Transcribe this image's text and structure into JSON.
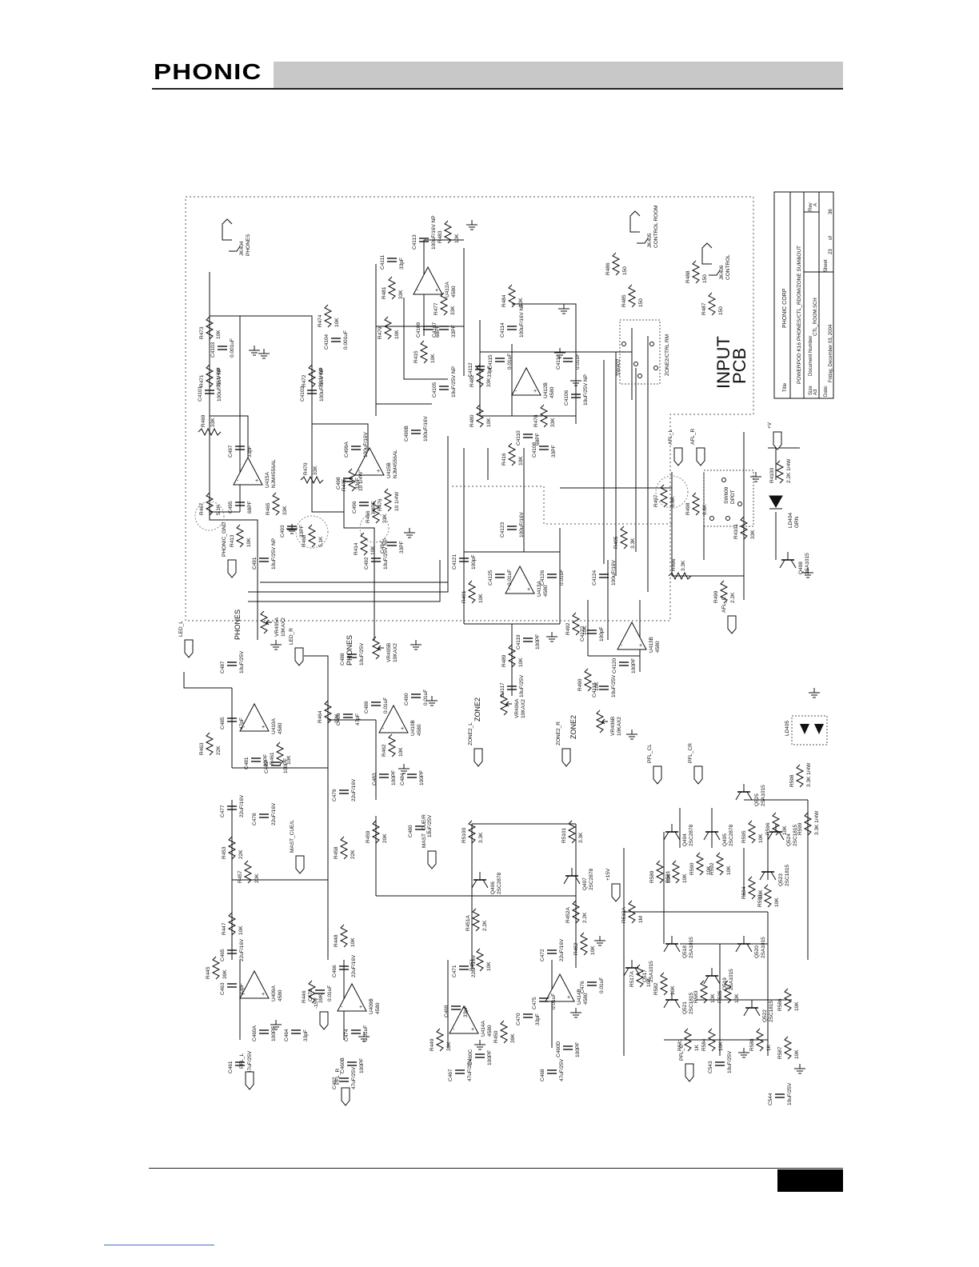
{
  "header": {
    "logo_text": "PHONIC"
  },
  "schematic": {
    "block_labels": [
      "INPUT",
      "PCB"
    ],
    "title_block": {
      "company": "PHONIC CORP",
      "title_label": "Title",
      "title": "POWERPOD K16 PHONES/CTL_RDOM/ZONE SUM&OUT",
      "size_label": "Size",
      "size": "A3",
      "docnum_label": "Document Number",
      "docnum": "CTL_ROOM.SCH",
      "rev_label": "Rev",
      "rev": "A",
      "date_label": "Date:",
      "date": "Friday, December 03, 2004",
      "sheet_label": "Sheet",
      "sheet": "23",
      "of_label": "of",
      "sheets": "36"
    },
    "jacks": [
      {
        "ref": "JK404",
        "name": "PHONES"
      },
      {
        "ref": "JK405",
        "name": "CONTROL ROOM"
      },
      {
        "ref": "JK406",
        "name": "CONTROL"
      }
    ],
    "opamps": [
      {
        "ref": "U415A",
        "part": "NJM4556AL"
      },
      {
        "ref": "U415B",
        "part": "NJM4556AL"
      },
      {
        "ref": "U412A",
        "part": "4580"
      },
      {
        "ref": "U412B",
        "part": "4580"
      },
      {
        "ref": "U413A",
        "part": "4580"
      },
      {
        "ref": "U413B",
        "part": "4580"
      },
      {
        "ref": "U410A",
        "part": "4580"
      },
      {
        "ref": "U410B",
        "part": "4580"
      },
      {
        "ref": "U409A",
        "part": "4580"
      },
      {
        "ref": "U409B",
        "part": "4580"
      },
      {
        "ref": "U414A",
        "part": "4580"
      },
      {
        "ref": "U414B",
        "part": "4580"
      }
    ],
    "switches": [
      {
        "ref": "SW402",
        "name": "ZONE2/CTRL RM"
      },
      {
        "ref": "SW609",
        "name": "DPDT"
      }
    ],
    "pots": [
      {
        "ref": "VR405A",
        "value": "10KAX2",
        "label": "PHONES"
      },
      {
        "ref": "VR405B",
        "value": "10KAX2",
        "label": "PHONES"
      },
      {
        "ref": "VR406A",
        "value": "10KAX2",
        "label": "ZONE2"
      },
      {
        "ref": "VR406B",
        "value": "10KAX2",
        "label": "ZONE2"
      }
    ],
    "transistors": [
      {
        "ref": "Q405",
        "part": "2SC2878"
      },
      {
        "ref": "Q406",
        "part": "2SC2878"
      },
      {
        "ref": "Q407",
        "part": "2SC2878"
      },
      {
        "ref": "Q404",
        "part": "2SC2878"
      },
      {
        "ref": "Q408",
        "part": "2SA1015"
      },
      {
        "ref": "Q517",
        "part": "2SA1015"
      },
      {
        "ref": "Q518",
        "part": "2SA1015"
      },
      {
        "ref": "Q519",
        "part": "2SA1015"
      },
      {
        "ref": "Q520",
        "part": "2SA1015"
      },
      {
        "ref": "Q521",
        "part": "2SC1815"
      },
      {
        "ref": "Q522",
        "part": "2SC1815"
      },
      {
        "ref": "Q523",
        "part": "2SC1815"
      },
      {
        "ref": "Q524",
        "part": "2SC1815"
      },
      {
        "ref": "Q525",
        "part": "2SA1015"
      }
    ],
    "leds": [
      {
        "ref": "LD404",
        "color": "GRN"
      },
      {
        "ref": "LD405",
        "color": ""
      }
    ],
    "net_labels": [
      "PHONIC_GND",
      "LED_L",
      "LED_R",
      "AFL_L",
      "AFL_R",
      "AFL_C",
      "PFL_L",
      "PFL_R",
      "PFL_CL",
      "PFL_CR",
      "PFL_C",
      "ZONE2_L",
      "ZONE2_R",
      "MAST_CUE/L",
      "MAST_CUE/R",
      "+V",
      "+15V",
      "-15V"
    ],
    "resistors": [
      {
        "ref": "R471",
        "value": "39 1/4W"
      },
      {
        "ref": "R472",
        "value": "39 1/4W"
      },
      {
        "ref": "R473",
        "value": "10K"
      },
      {
        "ref": "R474",
        "value": "10K"
      },
      {
        "ref": "R469",
        "value": "33K"
      },
      {
        "ref": "R470",
        "value": "33K"
      },
      {
        "ref": "R467",
        "value": "5.1K"
      },
      {
        "ref": "R468",
        "value": "5.1K"
      },
      {
        "ref": "R465",
        "value": "33K"
      },
      {
        "ref": "R466",
        "value": "33K"
      },
      {
        "ref": "R413",
        "value": "10K"
      },
      {
        "ref": "R414",
        "value": "10K"
      },
      {
        "ref": "R475",
        "value": "10 1/4W"
      },
      {
        "ref": "R476",
        "value": "10 1/4W"
      },
      {
        "ref": "R479",
        "value": "10K"
      },
      {
        "ref": "R481",
        "value": "33K"
      },
      {
        "ref": "R483",
        "value": "10K"
      },
      {
        "ref": "R477",
        "value": "33K"
      },
      {
        "ref": "R484",
        "value": "10K"
      },
      {
        "ref": "R415",
        "value": "10K"
      },
      {
        "ref": "R482",
        "value": "33K"
      },
      {
        "ref": "R478",
        "value": "33K"
      },
      {
        "ref": "R416",
        "value": "10K"
      },
      {
        "ref": "R480",
        "value": "10K"
      },
      {
        "ref": "R485",
        "value": "150"
      },
      {
        "ref": "R486",
        "value": "150"
      },
      {
        "ref": "R487",
        "value": "150"
      },
      {
        "ref": "R488",
        "value": "150"
      },
      {
        "ref": "R497",
        "value": "6.8K"
      },
      {
        "ref": "R498",
        "value": "6.8K"
      },
      {
        "ref": "R495",
        "value": "3.3K"
      },
      {
        "ref": "R496",
        "value": "3.3K"
      },
      {
        "ref": "R499",
        "value": "2.2K"
      },
      {
        "ref": "R4101",
        "value": "33K"
      },
      {
        "ref": "R4100",
        "value": "2.2K 1/4W"
      },
      {
        "ref": "R491",
        "value": "10K"
      },
      {
        "ref": "R492",
        "value": "10K"
      },
      {
        "ref": "R489",
        "value": "10K"
      },
      {
        "ref": "R490",
        "value": "10K"
      },
      {
        "ref": "R463",
        "value": "22K"
      },
      {
        "ref": "R464",
        "value": "22K"
      },
      {
        "ref": "R461",
        "value": "10K"
      },
      {
        "ref": "R462",
        "value": "10K"
      },
      {
        "ref": "R453",
        "value": "22K"
      },
      {
        "ref": "R458",
        "value": "22K"
      },
      {
        "ref": "R457",
        "value": "20K"
      },
      {
        "ref": "R459",
        "value": "20K"
      },
      {
        "ref": "R447",
        "value": "10K"
      },
      {
        "ref": "R448",
        "value": "10K"
      },
      {
        "ref": "R445",
        "value": "39K"
      },
      {
        "ref": "R446",
        "value": "39K"
      },
      {
        "ref": "R449",
        "value": "39K"
      },
      {
        "ref": "R450",
        "value": "39K"
      },
      {
        "ref": "R451",
        "value": "10K"
      },
      {
        "ref": "R452",
        "value": "10K"
      },
      {
        "ref": "R451A",
        "value": "2.2K"
      },
      {
        "ref": "R452A",
        "value": "2.2K"
      },
      {
        "ref": "R5100",
        "value": "3.3K"
      },
      {
        "ref": "R5101",
        "value": "3.3K"
      },
      {
        "ref": "R518A",
        "value": "1M"
      },
      {
        "ref": "R517A",
        "value": "10K"
      },
      {
        "ref": "R581",
        "value": "1K"
      },
      {
        "ref": "R582",
        "value": "10K"
      },
      {
        "ref": "R583",
        "value": "10K"
      },
      {
        "ref": "R584",
        "value": "10K"
      },
      {
        "ref": "R585",
        "value": "10K"
      },
      {
        "ref": "R586",
        "value": "10K"
      },
      {
        "ref": "R587",
        "value": "10K"
      },
      {
        "ref": "R588",
        "value": "1K"
      },
      {
        "ref": "R589",
        "value": "10K"
      },
      {
        "ref": "R590",
        "value": "10K"
      },
      {
        "ref": "R591",
        "value": "10K"
      },
      {
        "ref": "R592",
        "value": "10K"
      },
      {
        "ref": "R593",
        "value": "10K"
      },
      {
        "ref": "R594",
        "value": "10K"
      },
      {
        "ref": "R595",
        "value": "10K"
      },
      {
        "ref": "R596",
        "value": "10K"
      },
      {
        "ref": "R598",
        "value": "3.3K 1/4W"
      },
      {
        "ref": "R599",
        "value": "3.3K 1/4W"
      }
    ],
    "capacitors": [
      {
        "ref": "C4101",
        "value": "100uF/16V NP"
      },
      {
        "ref": "C4102",
        "value": "100uF/16V NP"
      },
      {
        "ref": "C4103",
        "value": "0.001uF"
      },
      {
        "ref": "C4104",
        "value": "0.001uF"
      },
      {
        "ref": "C497",
        "value": "33pF"
      },
      {
        "ref": "C498",
        "value": "33pF"
      },
      {
        "ref": "C495",
        "value": "68PF"
      },
      {
        "ref": "C496",
        "value": "68PF"
      },
      {
        "ref": "C493",
        "value": "33PF"
      },
      {
        "ref": "C494",
        "value": "33PF"
      },
      {
        "ref": "C491",
        "value": "10uF/25V NP"
      },
      {
        "ref": "C492",
        "value": "10uF/25V NP"
      },
      {
        "ref": "C499A",
        "value": "100uF/16V"
      },
      {
        "ref": "C499B",
        "value": "100uF/16V"
      },
      {
        "ref": "C4113",
        "value": "100uF/16V NP"
      },
      {
        "ref": "C4111",
        "value": "33pF"
      },
      {
        "ref": "C4112",
        "value": "33pF"
      },
      {
        "ref": "C4107",
        "value": "33PF"
      },
      {
        "ref": "C4108",
        "value": "33PF"
      },
      {
        "ref": "C4109",
        "value": "68PF"
      },
      {
        "ref": "C4110",
        "value": "68PF"
      },
      {
        "ref": "C4105",
        "value": "10uF/25V NP"
      },
      {
        "ref": "C4106",
        "value": "10uF/25V NP"
      },
      {
        "ref": "C4114",
        "value": "100uF/16V NP"
      },
      {
        "ref": "C4115",
        "value": "0.01uF"
      },
      {
        "ref": "C4116",
        "value": "0.01uF"
      },
      {
        "ref": "C4123",
        "value": "100uF/16V"
      },
      {
        "ref": "C4124",
        "value": "100uF/16V"
      },
      {
        "ref": "C4125",
        "value": "0.01uF"
      },
      {
        "ref": "C4126",
        "value": "0.01uF"
      },
      {
        "ref": "C4121",
        "value": "100pF"
      },
      {
        "ref": "C4122",
        "value": "100pF"
      },
      {
        "ref": "C4117",
        "value": "10uF/25V"
      },
      {
        "ref": "C4118",
        "value": "10uF/25V"
      },
      {
        "ref": "C4119",
        "value": "100PF"
      },
      {
        "ref": "C4120",
        "value": "100PF"
      },
      {
        "ref": "C487",
        "value": "10uF/25V"
      },
      {
        "ref": "C488",
        "value": "10uF/25V"
      },
      {
        "ref": "C485",
        "value": "47pF"
      },
      {
        "ref": "C486",
        "value": "47pF"
      },
      {
        "ref": "C489",
        "value": "0.01uF"
      },
      {
        "ref": "C490",
        "value": "0.01uF"
      },
      {
        "ref": "C481",
        "value": "100PF"
      },
      {
        "ref": "C482",
        "value": "100PF"
      },
      {
        "ref": "C483",
        "value": "100PF"
      },
      {
        "ref": "C484",
        "value": "100PF"
      },
      {
        "ref": "C477",
        "value": "22uF/16V"
      },
      {
        "ref": "C478",
        "value": "22uF/16V"
      },
      {
        "ref": "C479",
        "value": "22uF/16V"
      },
      {
        "ref": "C480",
        "value": "10uF/25V"
      },
      {
        "ref": "C465",
        "value": "22uF/16V"
      },
      {
        "ref": "C466",
        "value": "22uF/16V"
      },
      {
        "ref": "C463",
        "value": "33pF"
      },
      {
        "ref": "C464",
        "value": "33pF"
      },
      {
        "ref": "C473",
        "value": "0.01uF"
      },
      {
        "ref": "C474",
        "value": "0.01uF"
      },
      {
        "ref": "C460A",
        "value": "100PF"
      },
      {
        "ref": "C460B",
        "value": "100PF"
      },
      {
        "ref": "C461",
        "value": "47uF/25V"
      },
      {
        "ref": "C462",
        "value": "47uF/25V"
      },
      {
        "ref": "C471",
        "value": "22uF/16V"
      },
      {
        "ref": "C472",
        "value": "22uF/16V"
      },
      {
        "ref": "C469",
        "value": "33pF"
      },
      {
        "ref": "C470",
        "value": "33pF"
      },
      {
        "ref": "C475",
        "value": "0.01uF"
      },
      {
        "ref": "C476",
        "value": "0.01uF"
      },
      {
        "ref": "C460C",
        "value": "100PF"
      },
      {
        "ref": "C460D",
        "value": "100PF"
      },
      {
        "ref": "C467",
        "value": "47uF/25V"
      },
      {
        "ref": "C468",
        "value": "47uF/25V"
      },
      {
        "ref": "C543",
        "value": "10uF/25V"
      },
      {
        "ref": "C544",
        "value": "10uF/25V"
      }
    ]
  }
}
